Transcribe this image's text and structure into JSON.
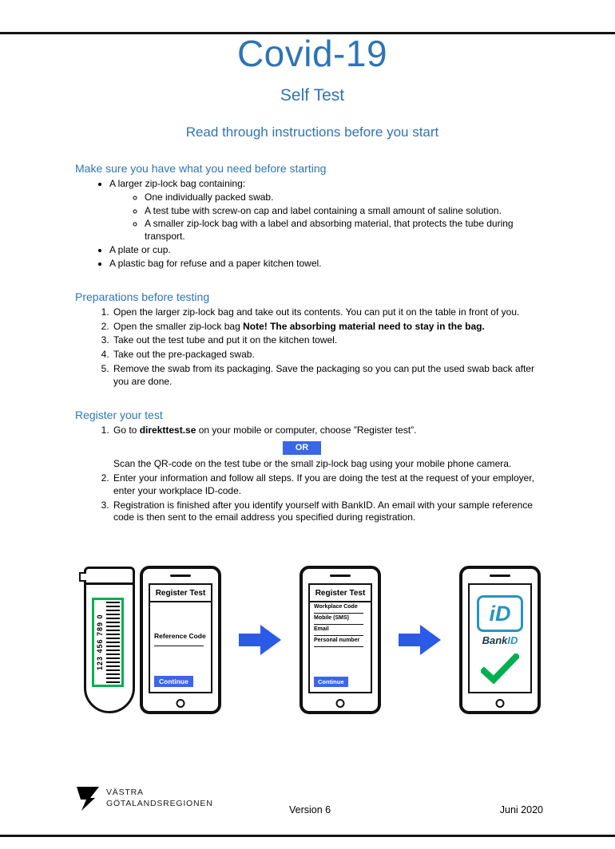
{
  "colors": {
    "heading_blue": "#2E74B5",
    "accent_blue": "#3A66E8",
    "green": "#00B050",
    "bankid_blue": "#2596BE",
    "bankid_dark": "#16394A"
  },
  "header": {
    "title": "Covid-19",
    "subtitle": "Self Test",
    "tagline": "Read through instructions before you start"
  },
  "checklist": {
    "heading": "Make sure you have what you need before starting",
    "item1": "A larger zip-lock bag containing:",
    "sub1": "One individually packed swab.",
    "sub2": "A test tube with screw-on cap and label containing a small amount of saline solution.",
    "sub3": "A smaller zip-lock bag with a label and absorbing material, that protects the tube during transport.",
    "item2": "A plate or cup.",
    "item3": "A plastic bag for refuse and a paper kitchen towel."
  },
  "preparations": {
    "heading": "Preparations before testing",
    "step1": "Open the larger zip-lock bag and take out its contents. You can put it on the table in front of you.",
    "step2_normal": "Open the smaller zip-lock bag ",
    "step2_bold": "Note! The absorbing material need to stay in the bag.",
    "step3": "Take out the test tube and put it on the kitchen towel.",
    "step4": "Take out the pre-packaged swab.",
    "step5": "Remove the swab from its packaging. Save the packaging so you can put the used swab back after you are done."
  },
  "register": {
    "heading": "Register your test",
    "step1_pre": "Go to ",
    "step1_bold": "direkttest.se",
    "step1_post": " on your mobile or computer, choose ”Register test”.",
    "or_label": "OR",
    "step1_alt": "Scan the QR-code on the test tube or the small zip-lock bag using your mobile phone camera.",
    "step2": "Enter your information and follow all steps. If you are doing the test at the request of your employer, enter your workplace ID-code.",
    "step3": "Registration is finished after you identify yourself with BankID. An email with your sample reference code is then sent to the email address you specified during registration."
  },
  "figures": {
    "tube_barcode": "123 456 789 0",
    "phone1": {
      "title": "Register Test",
      "field1": "Reference Code",
      "continue_label": "Continue"
    },
    "phone2": {
      "title": "Register Test",
      "fields": [
        "Workplace Code",
        "Mobile (SMS)",
        "Email",
        "Personal number"
      ],
      "continue_label": "Continue"
    },
    "phone3": {
      "glyph": "iD",
      "brand_bank": "Bank",
      "brand_id": "ID"
    }
  },
  "footer": {
    "org_line1": "VÄSTRA",
    "org_line2": "GÖTALANDSREGIONEN",
    "version": "Version 6",
    "date": "Juni 2020"
  }
}
